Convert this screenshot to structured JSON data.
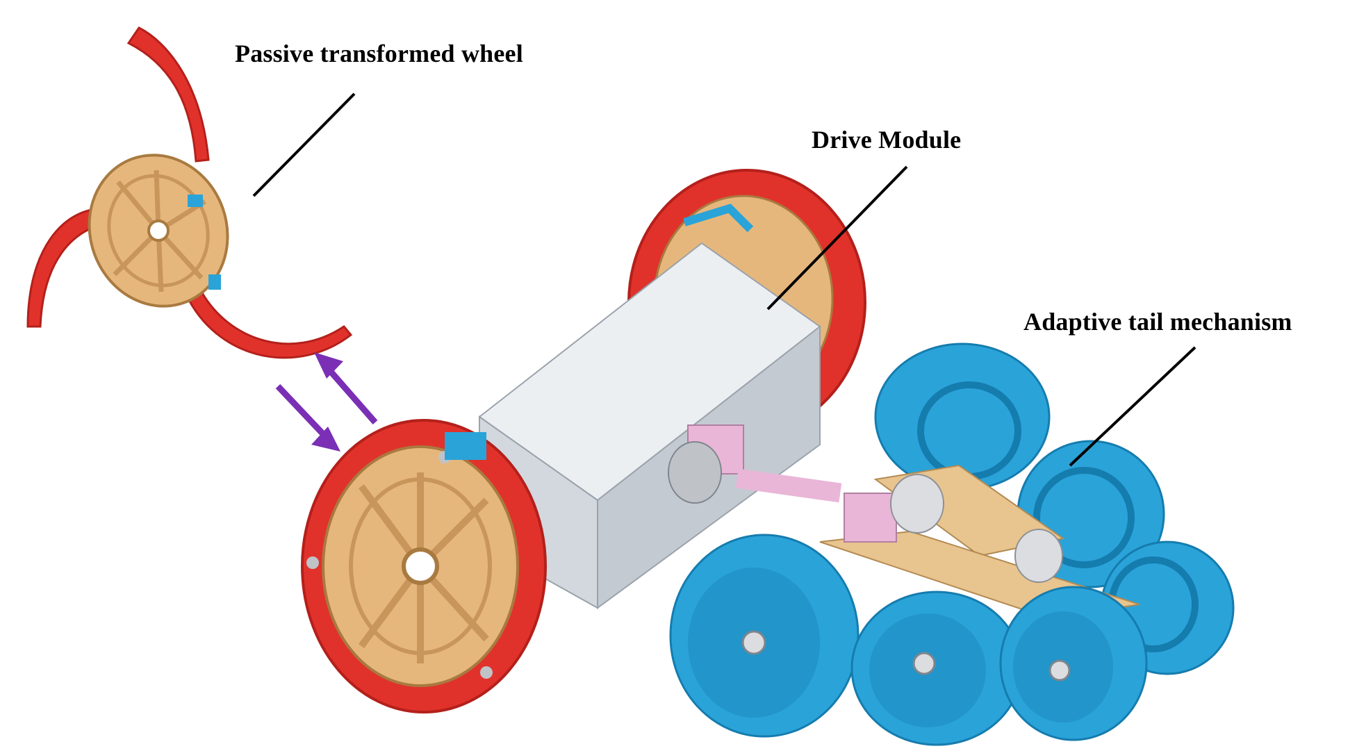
{
  "labels": {
    "passive_wheel": "Passive transformed wheel",
    "drive_module": "Drive Module",
    "adaptive_tail": "Adaptive tail mechanism"
  },
  "colors": {
    "tread_red": "#e0322b",
    "tread_dark": "#b4201b",
    "hub_tan": "#e6b77c",
    "body_grey": "#d9dde2",
    "tail_blue": "#2aa3d9",
    "tail_dark": "#157cae",
    "linkage_tan": "#e8c48e",
    "joint_pink": "#e9b6d8",
    "arrow_purple": "#7a2fb5",
    "leader_line": "#000000"
  },
  "icons": {
    "arrows": "double-arrow-assembly-icon"
  }
}
